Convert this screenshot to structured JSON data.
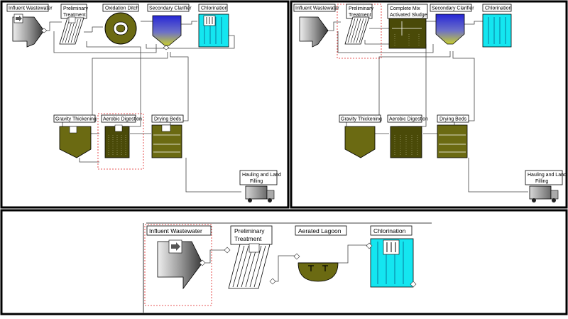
{
  "panels": {
    "panel_1": {
      "units": {
        "influent": "Influent Wastewater",
        "preliminary": [
          "Preliminary",
          "Treatment"
        ],
        "oxidation_ditch": "Oxidation Ditch",
        "secondary_clarifier": "Secondary Clarifier",
        "chlorination": "Chlorination",
        "gravity_thickening": "Gravity Thickening",
        "aerobic_digestion": "Aerobic Digestion",
        "drying_beds": "Drying Beds",
        "hauling": [
          "Hauling and Land",
          "Filling"
        ]
      }
    },
    "panel_2": {
      "units": {
        "influent": "Influent Wastewater",
        "preliminary": [
          "Preliminary",
          "Treatment"
        ],
        "complete_mix": [
          "Complete Mix",
          "Activated Sludge"
        ],
        "secondary_clarifier": "Secondary Clarifier",
        "chlorination": "Chlorination",
        "gravity_thickening": "Gravity Thickening",
        "aerobic_digestion": "Aerobic Digestion",
        "drying_beds": "Drying Beds",
        "hauling": [
          "Hauling and Land",
          "Filling"
        ]
      }
    },
    "panel_3": {
      "units": {
        "influent": "Influent Wastewater",
        "preliminary": [
          "Preliminary",
          "Treatment"
        ],
        "aerated_lagoon": "Aerated Lagoon",
        "chlorination": "Chlorination"
      }
    }
  },
  "colors": {
    "olive": "#6b6a12",
    "olive_dark": "#4a4a08",
    "cyan": "#14e6f0",
    "clarifier_top": "#3a3ad8",
    "clarifier_bottom": "#bfc832",
    "selection": "#e02020"
  }
}
